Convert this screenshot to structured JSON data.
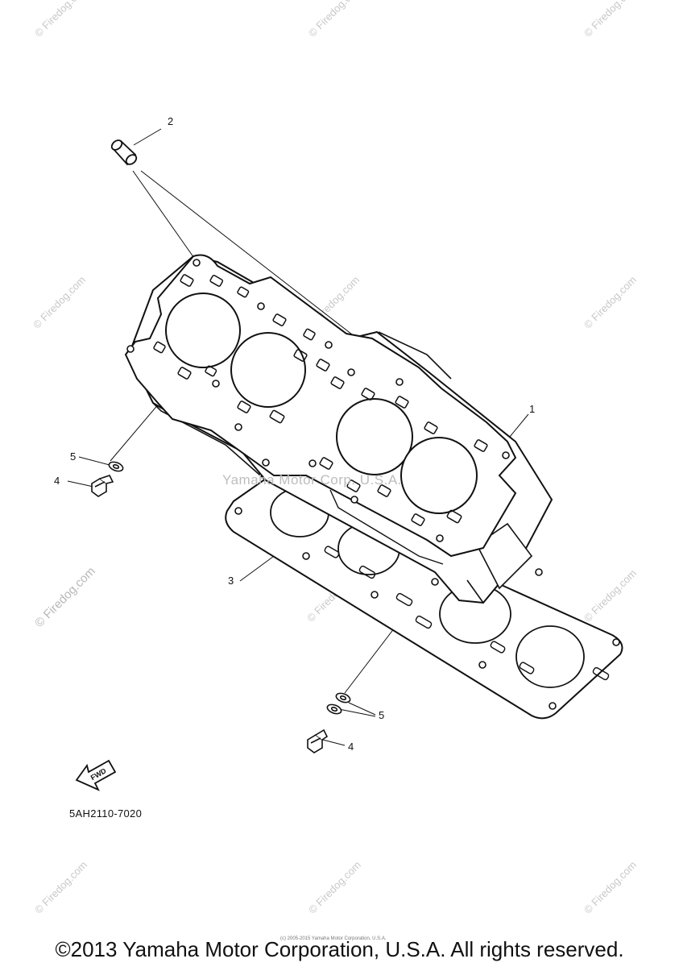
{
  "watermarks": {
    "site": "© Firedog.com",
    "center": "Yamaha Motor Corp. U.S.A."
  },
  "callouts": {
    "c1": "1",
    "c2": "2",
    "c3": "3",
    "c4a": "4",
    "c4b": "4",
    "c5a": "5",
    "c5b": "5"
  },
  "fwd_label": "FWD",
  "part_code": "5AH2110-7020",
  "small_copyright": "(c) 2005-2015 Yamaha Motor Corporation, U.S.A.",
  "footer": "©2013 Yamaha Motor Corporation, U.S.A. All rights reserved."
}
